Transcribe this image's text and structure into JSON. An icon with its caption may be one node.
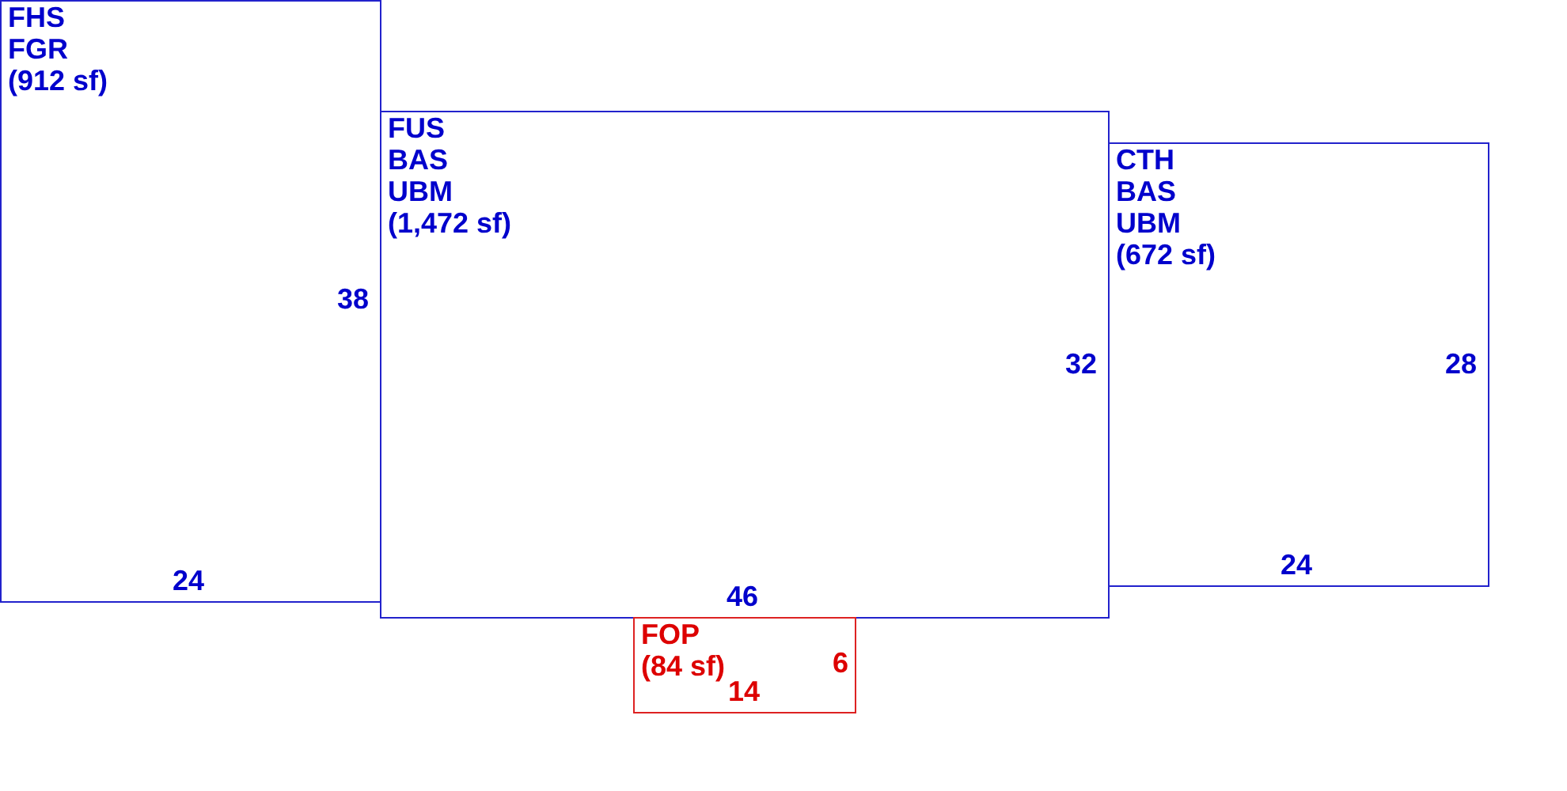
{
  "diagram": {
    "nodes": [
      {
        "text": [
          "FHS",
          "FGR",
          "(912 sf)",
          "38",
          "24"
        ]
      },
      {
        "text": [
          "FUS",
          "BAS",
          "UBM",
          "(1,472 sf)",
          "32",
          "46"
        ]
      },
      {
        "text": [
          "CTH",
          "BAS",
          "UBM",
          "(672 sf)",
          "28",
          "24"
        ]
      },
      {
        "text": [
          "FOP",
          "(84 sf)",
          "6",
          "14"
        ]
      }
    ]
  }
}
